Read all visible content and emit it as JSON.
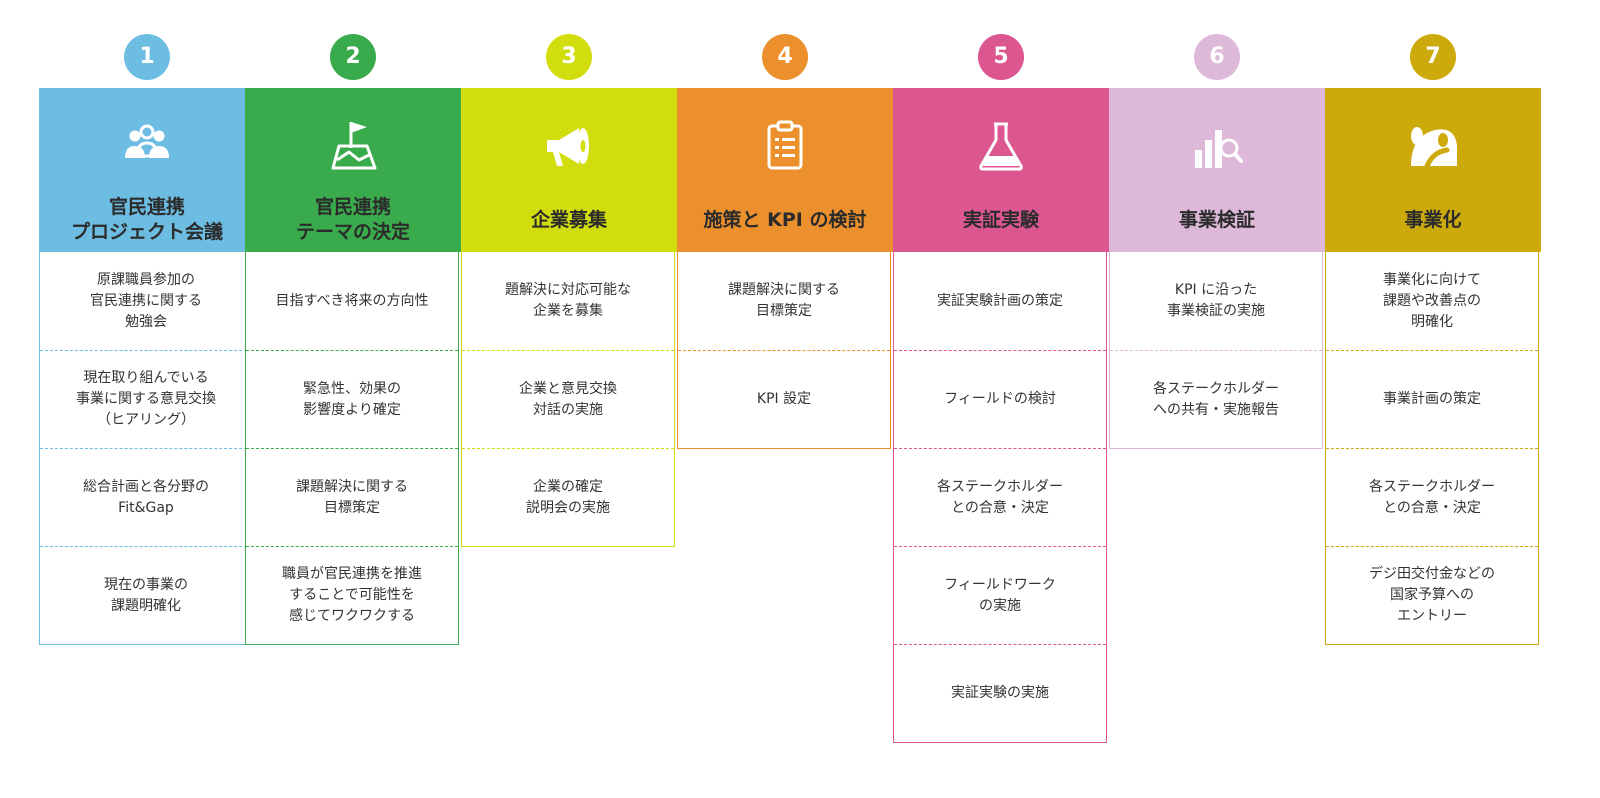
{
  "steps": [
    {
      "number": "1",
      "color": "#6dbde3",
      "icon": "people-meeting-icon",
      "title": "官民連携\nプロジェクト会議",
      "items": [
        "原課職員参加の\n官民連携に関する\n勉強会",
        "現在取り組んでいる\n事業に関する意見交換\n（ヒアリング）",
        "総合計画と各分野の\nFit&Gap",
        "現在の事業の\n課題明確化"
      ]
    },
    {
      "number": "2",
      "color": "#3aab4c",
      "icon": "flag-map-icon",
      "title": "官民連携\nテーマの決定",
      "items": [
        "目指すべき将来の方向性",
        "緊急性、効果の\n影響度より確定",
        "課題解決に関する\n目標策定",
        "職員が官民連携を推進\nすることで可能性を\n感じてワクワクする"
      ]
    },
    {
      "number": "3",
      "color": "#d2dd0e",
      "icon": "megaphone-icon",
      "title": "企業募集",
      "items": [
        "題解決に対応可能な\n企業を募集",
        "企業と意見交換\n対話の実施",
        "企業の確定\n説明会の実施"
      ]
    },
    {
      "number": "4",
      "color": "#ec902d",
      "icon": "clipboard-icon",
      "title": "施策と KPI の検討",
      "items": [
        "課題解決に関する\n目標策定",
        "KPI 設定"
      ]
    },
    {
      "number": "5",
      "color": "#dc5690",
      "icon": "flask-icon",
      "title": "実証実験",
      "items": [
        "実証実験計画の策定",
        "フィールドの検討",
        "各ステークホルダー\nとの合意・決定",
        "フィールドワーク\nの実施",
        "実証実験の実施"
      ]
    },
    {
      "number": "6",
      "color": "#ddb8d9",
      "icon": "chart-search-icon",
      "title": "事業検証",
      "items": [
        "KPI に沿った\n事業検証の実施",
        "各ステークホルダー\nへの共有・実施報告"
      ]
    },
    {
      "number": "7",
      "color": "#ccaa0c",
      "icon": "road-trees-icon",
      "title": "事業化",
      "items": [
        "事業化に向けて\n課題や改善点の\n明確化",
        "事業計画の策定",
        "各ステークホルダー\nとの合意・決定",
        "デジ田交付金などの\n国家予算への\nエントリー"
      ]
    }
  ]
}
